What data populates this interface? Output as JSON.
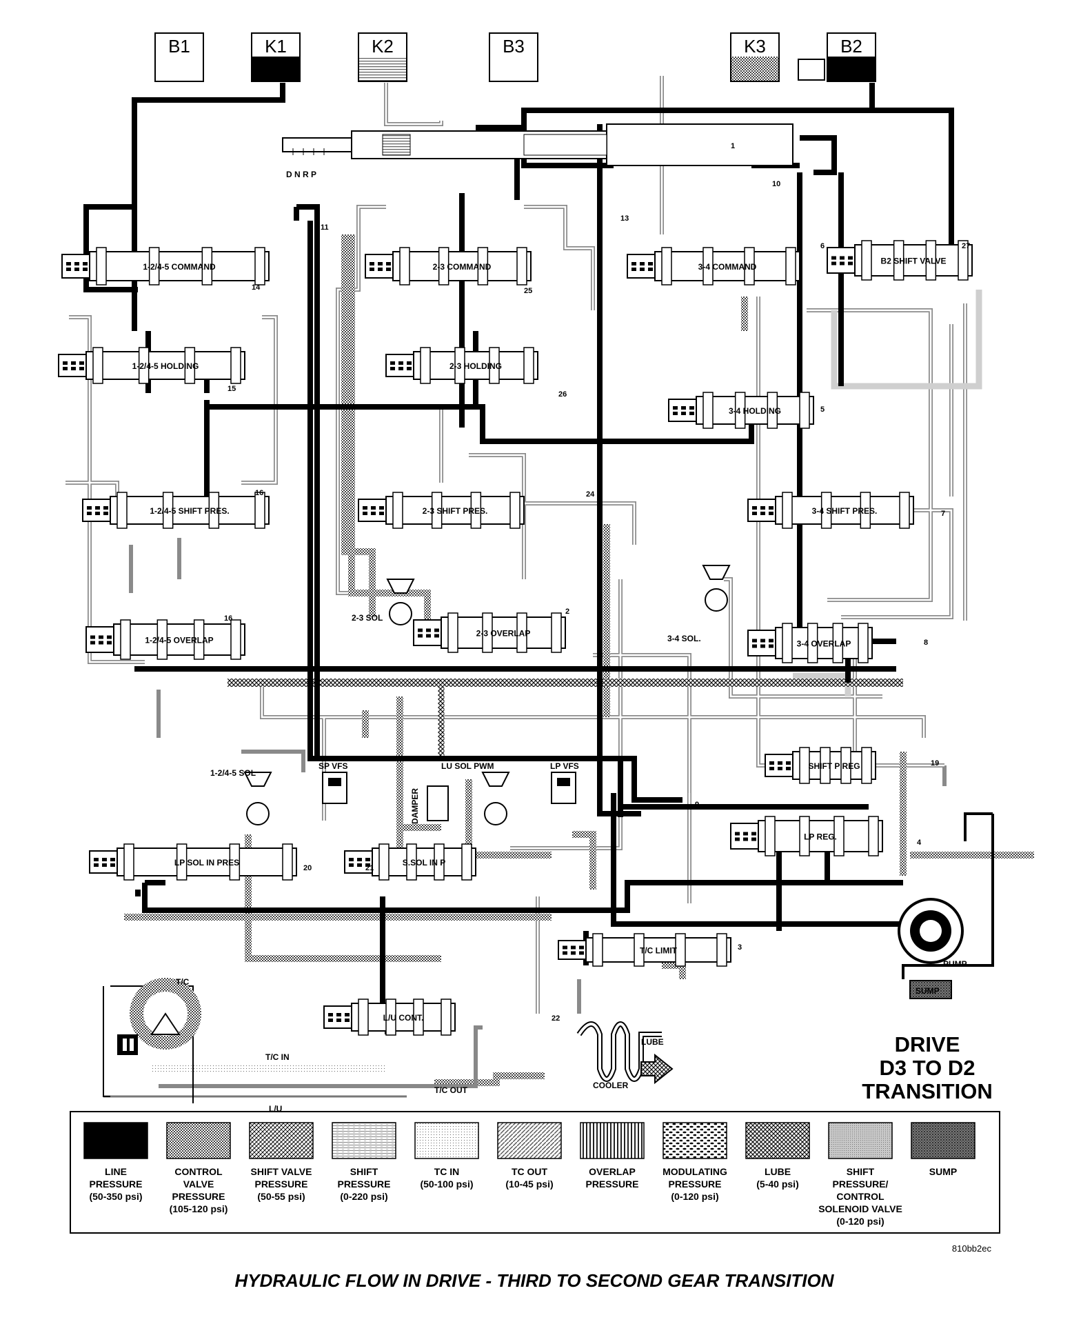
{
  "tanks": [
    {
      "label": "B1",
      "color": "#ffffff"
    },
    {
      "label": "K1",
      "color": "#000000"
    },
    {
      "label": "K2",
      "color": "#d8d8d8"
    },
    {
      "label": "B3",
      "color": "#ffffff"
    },
    {
      "label": "K3",
      "color": "#b8b8b8"
    },
    {
      "label": "B2",
      "color": "#000000"
    }
  ],
  "selector": {
    "label": "D N R P"
  },
  "valves": [
    "1-2/4-5 COMMAND",
    "2-3 COMMAND",
    "3-4 COMMAND",
    "B2 SHIFT VALVE",
    "1-2/4-5 HOLDING",
    "2-3 HOLDING",
    "3-4 HOLDING",
    "1-2/4-5 SHIFT PRES.",
    "2-3 SHIFT PRES.",
    "3-4 SHIFT PRES.",
    "1-2/4-5 OVERLAP",
    "2-3 OVERLAP",
    "3-4 OVERLAP",
    "SHIFT P REG",
    "LP REG.",
    "LP SOL IN PRES",
    "S.SOL IN P",
    "T/C LIMIT",
    "L/U CONT."
  ],
  "numbers": [
    "1",
    "10",
    "11",
    "13",
    "6",
    "27",
    "14",
    "25",
    "15",
    "26",
    "5",
    "16",
    "24",
    "7",
    "16",
    "2",
    "8",
    "19",
    "9",
    "4",
    "20",
    "21",
    "3",
    "22"
  ],
  "component_labels": {
    "sol_2_3": "2-3 SOL",
    "sol_3_4": "3-4 SOL.",
    "sol_1245": "1-2/4-5 SOL",
    "sp_vfs": "SP VFS",
    "lu_sol": "LU SOL PWM",
    "damper": "DAMPER",
    "lp_vfs": "LP VFS",
    "pump": "PUMP",
    "sump": "SUMP",
    "tc": "T/C",
    "tc_in": "T/C IN",
    "tc_out": "T/C OUT",
    "lu": "L/U",
    "lube": "LUBE",
    "cooler": "COOLER"
  },
  "title_lines": [
    "DRIVE",
    "D3 TO D2",
    "TRANSITION"
  ],
  "legend": [
    {
      "lines": [
        "LINE",
        "PRESSURE",
        "(50-350 psi)"
      ],
      "pattern": "line",
      "color": "#000000"
    },
    {
      "lines": [
        "CONTROL",
        "VALVE",
        "PRESSURE",
        "(105-120 psi)"
      ],
      "pattern": "control",
      "color": "#8a8a8a"
    },
    {
      "lines": [
        "SHIFT VALVE",
        "PRESSURE",
        "(50-55 psi)"
      ],
      "pattern": "shiftvalve",
      "color": "#bdbdbd"
    },
    {
      "lines": [
        "SHIFT",
        "PRESSURE",
        "(0-220 psi)"
      ],
      "pattern": "shift",
      "color": "#e0e0e0"
    },
    {
      "lines": [
        "TC IN",
        "(50-100 psi)"
      ],
      "pattern": "tcin",
      "color": "#efefef"
    },
    {
      "lines": [
        "TC OUT",
        "(10-45 psi)"
      ],
      "pattern": "tcout",
      "color": "#9a9a9a"
    },
    {
      "lines": [
        "OVERLAP",
        "PRESSURE"
      ],
      "pattern": "overlap",
      "color": "#707070"
    },
    {
      "lines": [
        "MODULATING",
        "PRESSURE",
        "(0-120 psi)"
      ],
      "pattern": "modulating",
      "color": "#303030"
    },
    {
      "lines": [
        "LUBE",
        "(5-40 psi)"
      ],
      "pattern": "lube",
      "color": "#606060"
    },
    {
      "lines": [
        "SHIFT",
        "PRESSURE/",
        "CONTROL",
        "SOLENOID VALVE",
        "(0-120 psi)"
      ],
      "pattern": "solenoid",
      "color": "#b0b0b0"
    },
    {
      "lines": [
        "SUMP"
      ],
      "pattern": "sump",
      "color": "#555555"
    }
  ],
  "ref_code": "810bb2ec",
  "caption": "HYDRAULIC FLOW IN DRIVE - THIRD TO SECOND GEAR TRANSITION"
}
